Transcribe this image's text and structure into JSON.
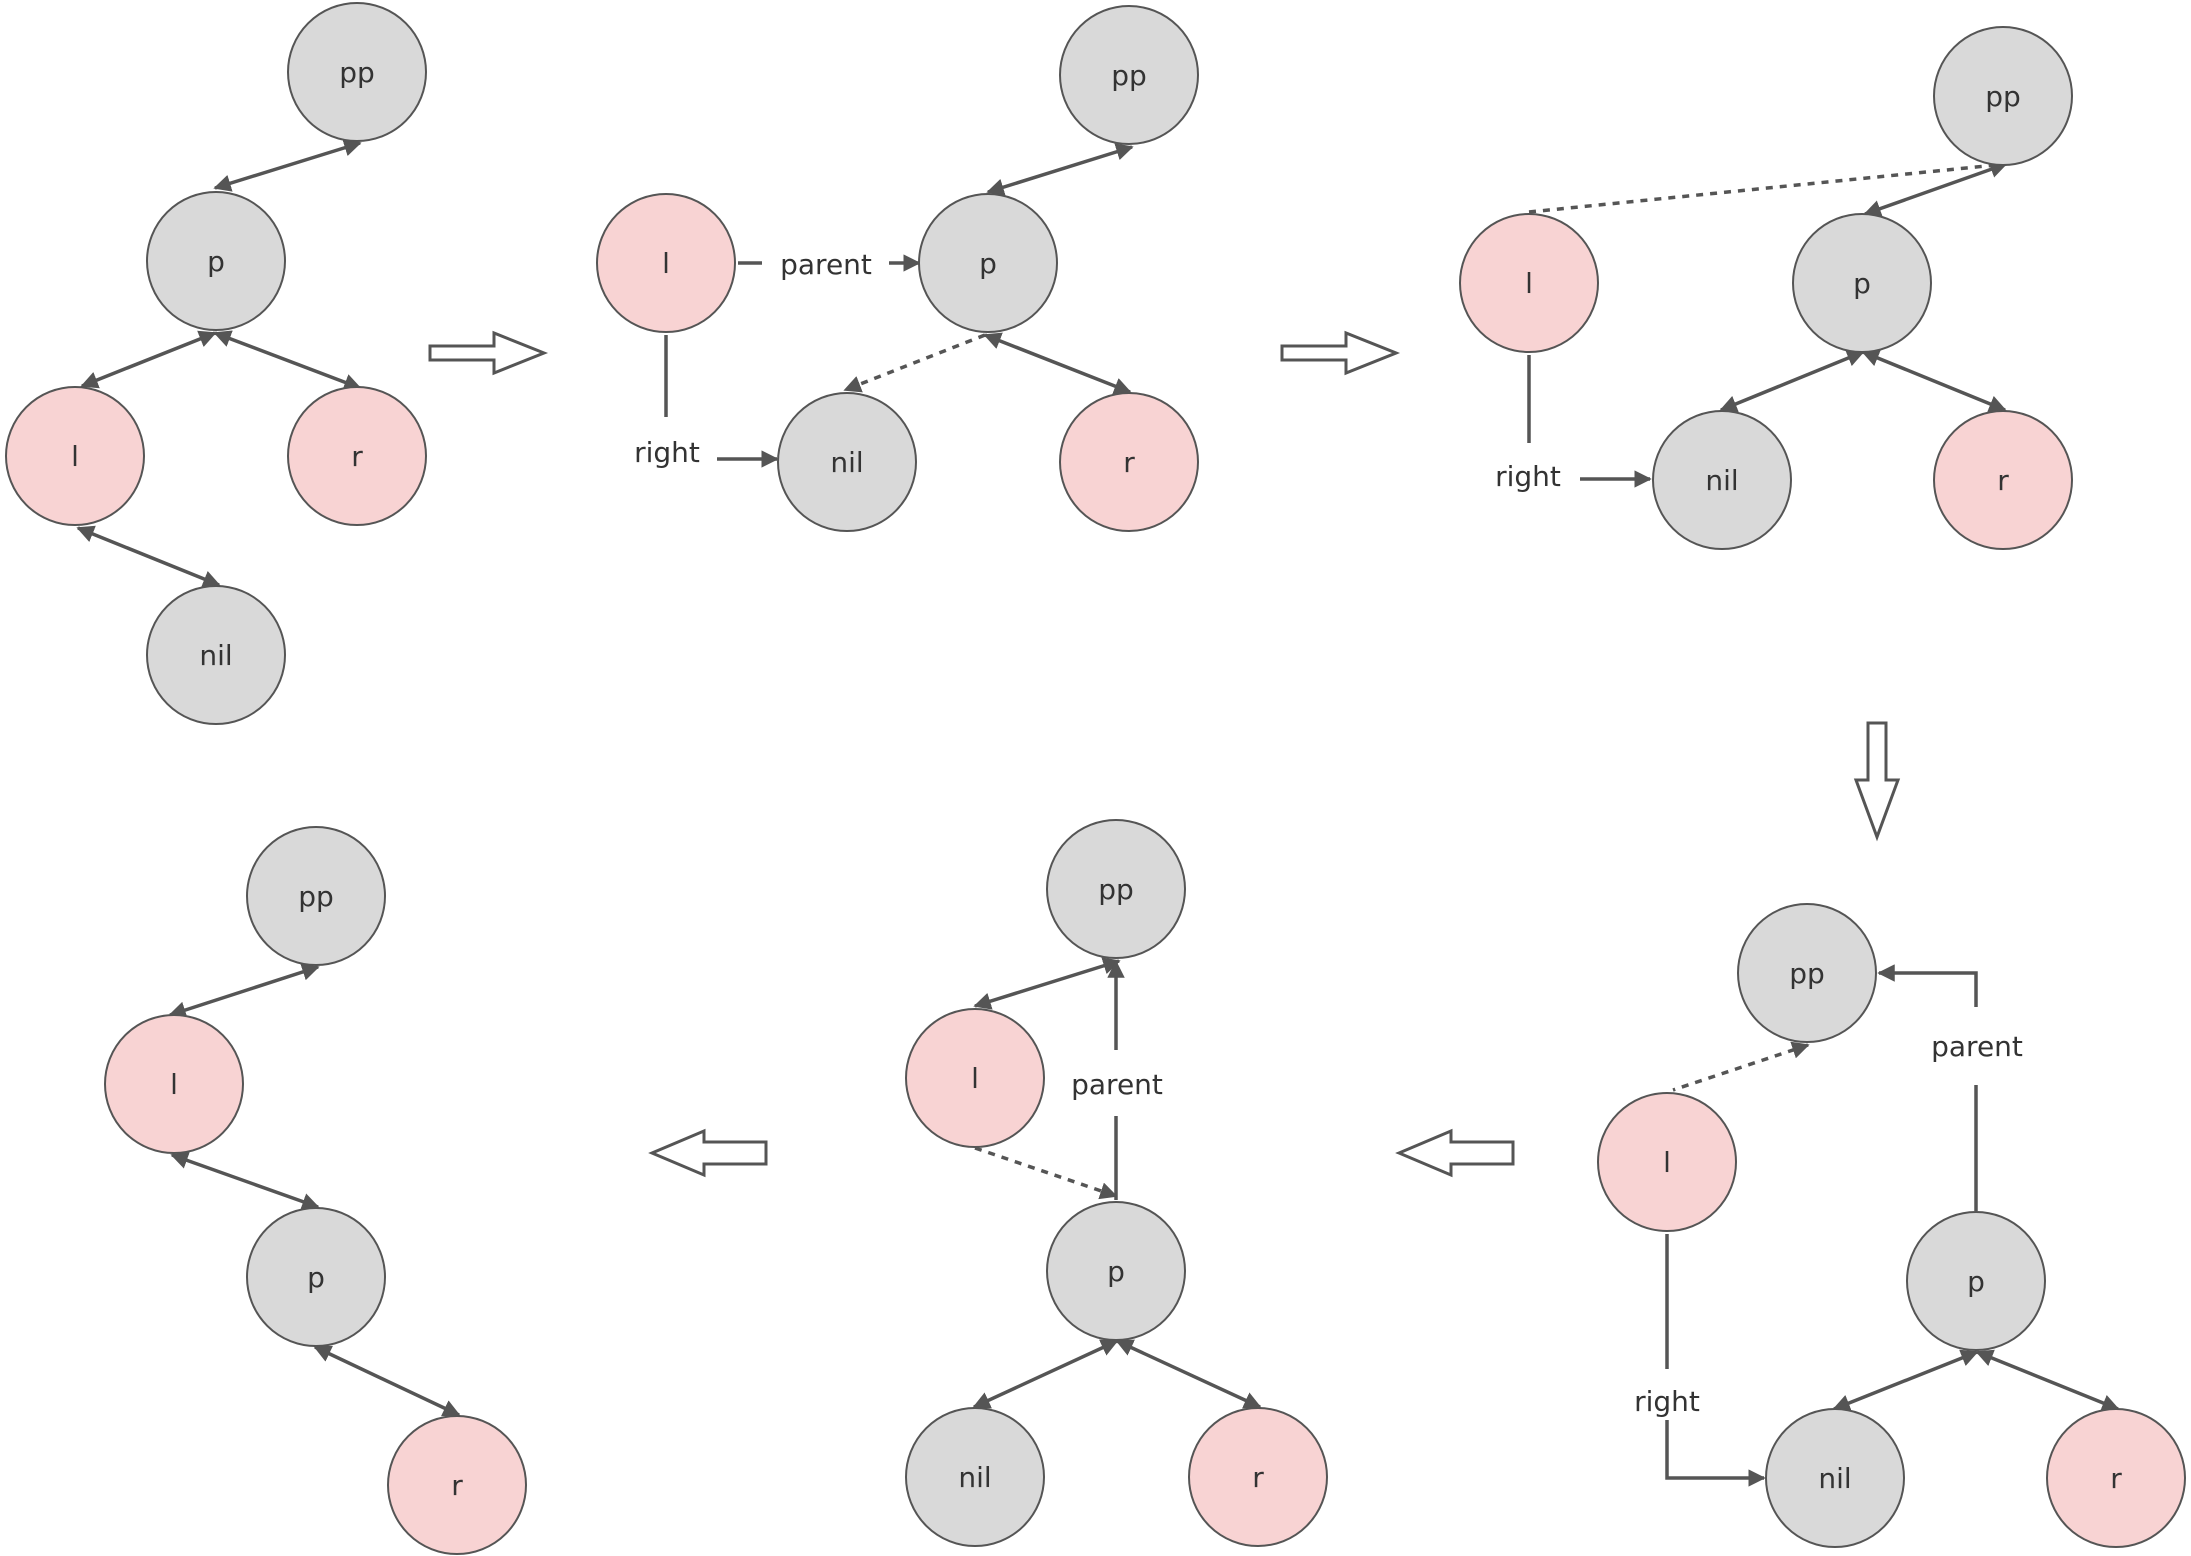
{
  "colors": {
    "black_node": "#d9d9d9",
    "red_node": "#f8d3d3",
    "stroke": "#555555",
    "text": "#333333"
  },
  "labels": {
    "pp": "pp",
    "p": "p",
    "l": "l",
    "r": "r",
    "nil": "nil",
    "parent": "parent",
    "right": "right"
  },
  "node_kinds": {
    "pp": "black_node",
    "p": "black_node",
    "nil": "black_node",
    "l": "red_node",
    "r": "red_node"
  },
  "steps": [
    {
      "step": 1,
      "nodes": [
        "pp",
        "p",
        "l",
        "r",
        "nil"
      ],
      "edge_labels": []
    },
    {
      "step": 2,
      "nodes": [
        "pp",
        "l",
        "p",
        "nil",
        "r"
      ],
      "edge_labels": [
        "parent",
        "right"
      ]
    },
    {
      "step": 3,
      "nodes": [
        "pp",
        "l",
        "p",
        "nil",
        "r"
      ],
      "edge_labels": [
        "right"
      ]
    },
    {
      "step": 4,
      "nodes": [
        "pp",
        "l",
        "p",
        "nil",
        "r"
      ],
      "edge_labels": [
        "parent",
        "right"
      ]
    },
    {
      "step": 5,
      "nodes": [
        "pp",
        "l",
        "p",
        "nil",
        "r"
      ],
      "edge_labels": [
        "parent"
      ]
    },
    {
      "step": 6,
      "nodes": [
        "pp",
        "l",
        "p",
        "r"
      ],
      "edge_labels": []
    }
  ]
}
